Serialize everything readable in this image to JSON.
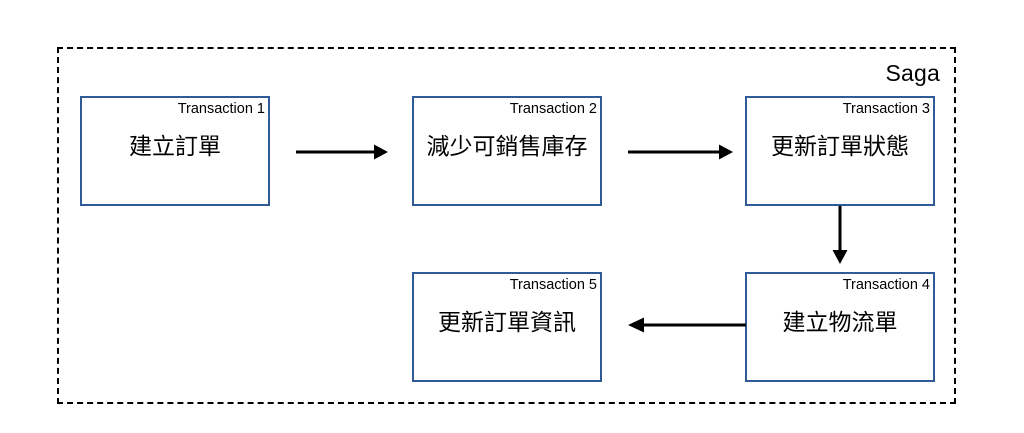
{
  "diagram": {
    "container": {
      "label": "Saga",
      "border_style": "dashed",
      "border_color": "#000000"
    },
    "box_style": {
      "border_color": "#2f5c96",
      "fill_color": "#ffffff"
    },
    "nodes": [
      {
        "id": "t1",
        "label": "Transaction 1",
        "title": "建立訂單"
      },
      {
        "id": "t2",
        "label": "Transaction 2",
        "title": "減少可銷售庫存"
      },
      {
        "id": "t3",
        "label": "Transaction 3",
        "title": "更新訂單狀態"
      },
      {
        "id": "t4",
        "label": "Transaction 4",
        "title": "建立物流單"
      },
      {
        "id": "t5",
        "label": "Transaction 5",
        "title": "更新訂單資訊"
      }
    ],
    "edges": [
      {
        "id": "e1",
        "from": "t1",
        "to": "t2",
        "direction": "right",
        "label": ""
      },
      {
        "id": "e2",
        "from": "t2",
        "to": "t3",
        "direction": "right",
        "label": ""
      },
      {
        "id": "e3",
        "from": "t3",
        "to": "t4",
        "direction": "down",
        "label": ""
      },
      {
        "id": "e4",
        "from": "t4",
        "to": "t5",
        "direction": "left",
        "label": ""
      }
    ]
  }
}
